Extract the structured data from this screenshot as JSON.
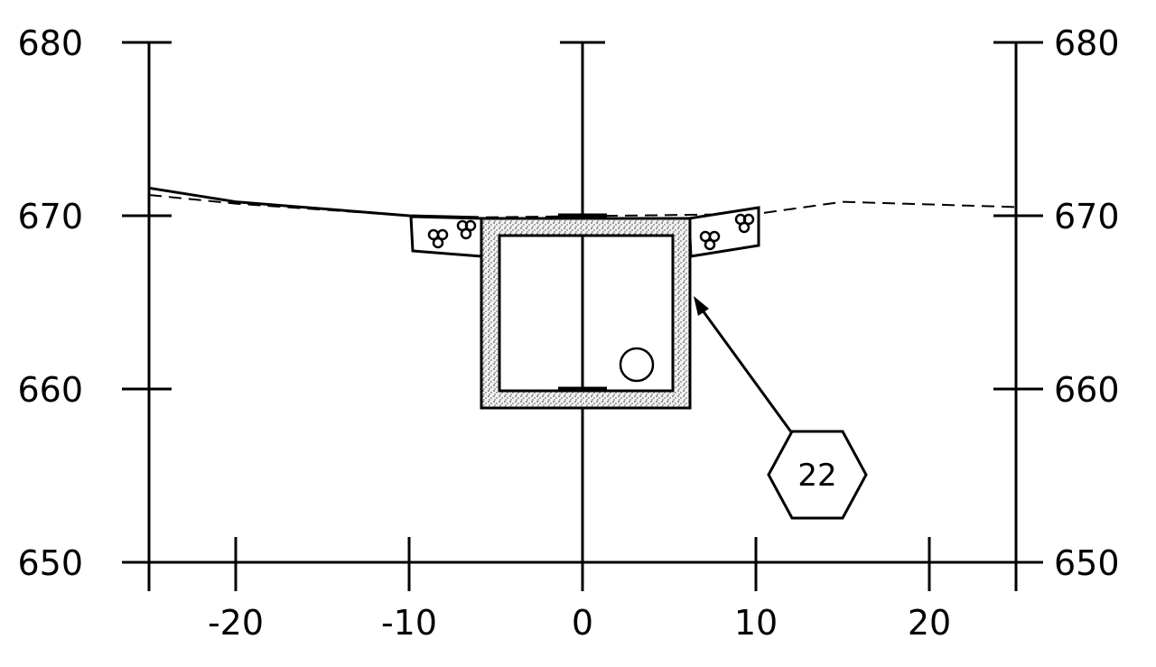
{
  "drawing": {
    "type": "culvert-cross-section",
    "y_axis": {
      "tick_labels": [
        "680",
        "670",
        "660",
        "650"
      ],
      "values": [
        680,
        670,
        660,
        650
      ],
      "labeled_both_sides": true
    },
    "x_axis": {
      "tick_labels": [
        "-20",
        "-10",
        "0",
        "10",
        "20"
      ],
      "values": [
        -20,
        -10,
        0,
        10,
        20
      ],
      "range": [
        -25,
        25
      ]
    },
    "callout": {
      "label": "22",
      "shape": "hexagon",
      "points_to": "box-culvert-wall"
    },
    "box_culvert": {
      "outer_x": [
        -5.7,
        6.2
      ],
      "outer_elev": [
        658.9,
        669.9
      ],
      "inner_x": [
        -4.7,
        5.1
      ],
      "inner_elev": [
        659.9,
        668.9
      ],
      "fill": "stippled concrete"
    },
    "wingwalls": [
      {
        "side": "left",
        "x": [
          -9.9,
          -5.7
        ]
      },
      {
        "side": "right",
        "x": [
          6.2,
          10.2
        ]
      }
    ],
    "ground_line_existing": {
      "style": "dashed",
      "x": [
        -25,
        -20,
        -10,
        -6,
        10,
        15,
        25
      ],
      "elev": [
        671.2,
        670.7,
        670.0,
        669.9,
        670.1,
        670.8,
        670.5
      ]
    },
    "ground_line_proposed": {
      "style": "solid",
      "x": [
        -25,
        -20,
        -10,
        -6
      ],
      "elev": [
        671.6,
        670.8,
        670.0,
        669.9
      ]
    },
    "pipe_opening": {
      "x": 3.2,
      "elev": 661.4
    },
    "colors": {
      "ink": "#000000",
      "background": "#ffffff",
      "stipple": "#6b6b6b"
    }
  }
}
